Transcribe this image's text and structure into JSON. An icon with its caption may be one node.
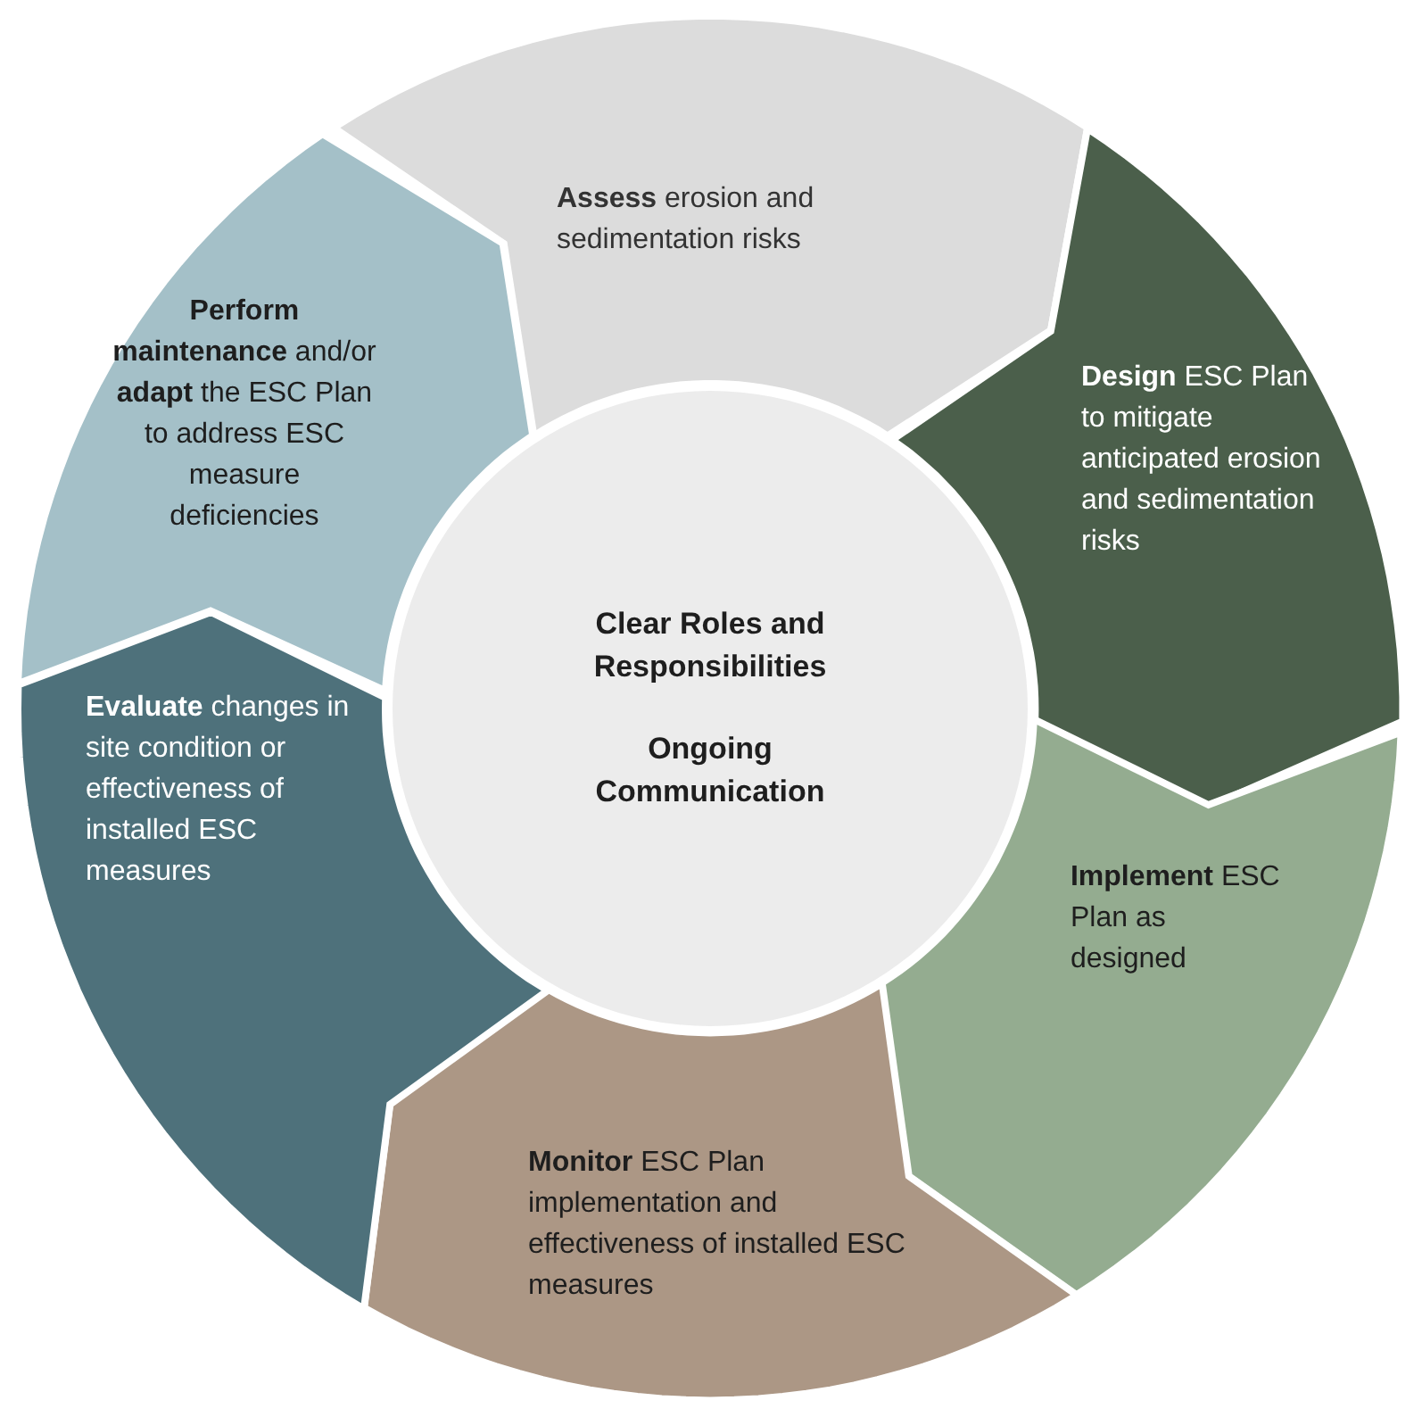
{
  "diagram": {
    "nodes": [
      {
        "text": [
          "**Assess** erosion and sedimentation risks"
        ]
      },
      {
        "text": [
          "**Design** ESC Plan to mitigate anticipated erosion and sedimentation risks"
        ]
      },
      {
        "text": [
          "**Implement** ESC Plan as designed"
        ]
      },
      {
        "text": [
          "**Monitor** ESC Plan implementation and effectiveness of installed ESC measures"
        ]
      },
      {
        "text": [
          "**Evaluate** changes in site condition or effectiveness of installed ESC measures"
        ]
      },
      {
        "text": [
          "**Perform maintenance** and/or **adapt** the ESC Plan to address ESC measure deficiencies"
        ]
      },
      {
        "text": [
          "Clear Roles and Responsibilities",
          "Ongoing Communication"
        ]
      }
    ],
    "edges": []
  }
}
